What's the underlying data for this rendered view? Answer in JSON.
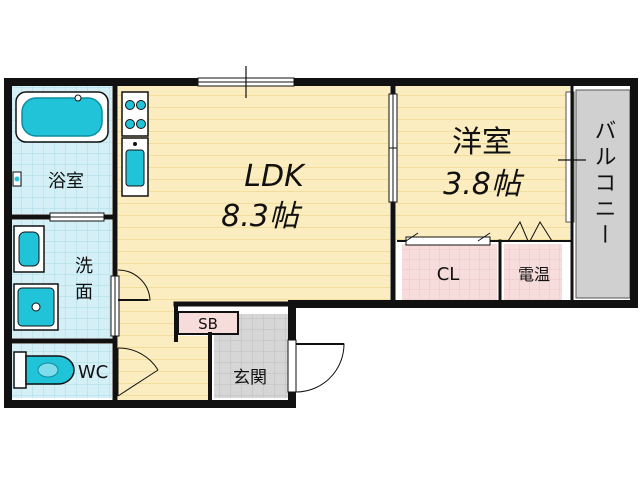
{
  "rooms": {
    "ldk_name": "LDK",
    "ldk_size": "8.3帖",
    "western_name": "洋室",
    "western_size": "3.8帖",
    "bath": "浴室",
    "washroom_line1": "洗",
    "washroom_line2": "面",
    "toilet": "WC",
    "closet": "CL",
    "water_heater": "電温",
    "entrance": "玄関",
    "shoe_box": "SB",
    "balcony": "バルコニー"
  },
  "colors": {
    "wall": "#111111",
    "wood_floor": "#fbedc0",
    "wood_line": "#f3dd9d",
    "tile_floor": "#d4f0f6",
    "tile_grid": "#a9dbe6",
    "fixture": "#21c3d8",
    "closet_floor": "#f7dcdc",
    "entrance_floor": "#d6d6d6",
    "balcony": "#d0d0d0"
  }
}
